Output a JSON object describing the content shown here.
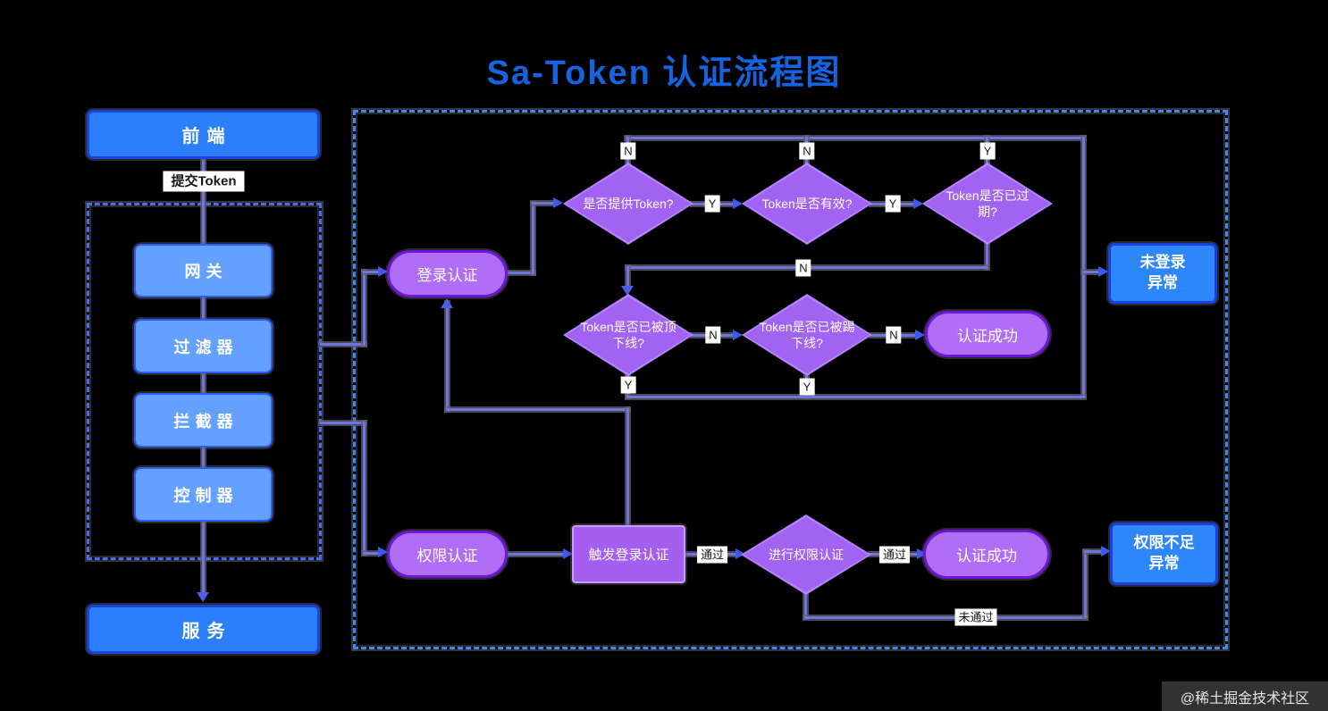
{
  "title": "Sa-Token 认证流程图",
  "watermark": "@稀土掘金技术社区",
  "colors": {
    "background": "#000000",
    "title_blue": "#1563df",
    "solid_box_blue": "#2b7ffc",
    "inner_box_blue": "#64a0fe",
    "exception_box_blue": "#2e86fb",
    "diamond_purple": "#a263f2",
    "pill_purple": "#b06df6",
    "pill_border_purple": "#6d17d9",
    "connector_purple": "#6f74e2"
  },
  "left_panel": {
    "frontend": "前端",
    "submit_token": "提交Token",
    "gateway": "网关",
    "filter": "过滤器",
    "interceptor": "拦截器",
    "controller": "控制器",
    "service": "服务"
  },
  "flow": {
    "login_auth": "登录认证",
    "permission_auth": "权限认证",
    "q_provide_token": "是否提供Token?",
    "q_token_valid": "Token是否有效?",
    "q_token_expired": "Token是否已过期?",
    "q_token_replaced": "Token是否已被顶下线?",
    "q_token_kicked": "Token是否已被踢下线?",
    "q_do_permission": "进行权限认证",
    "trigger_login_auth": "触发登录认证",
    "auth_success_login": "认证成功",
    "auth_success_perm": "认证成功",
    "exc_not_login": {
      "line1": "未登录",
      "line2": "异常"
    },
    "exc_no_permission": {
      "line1": "权限不足",
      "line2": "异常"
    },
    "labels": {
      "n": "N",
      "y": "Y",
      "pass": "通过",
      "fail": "未通过"
    }
  }
}
